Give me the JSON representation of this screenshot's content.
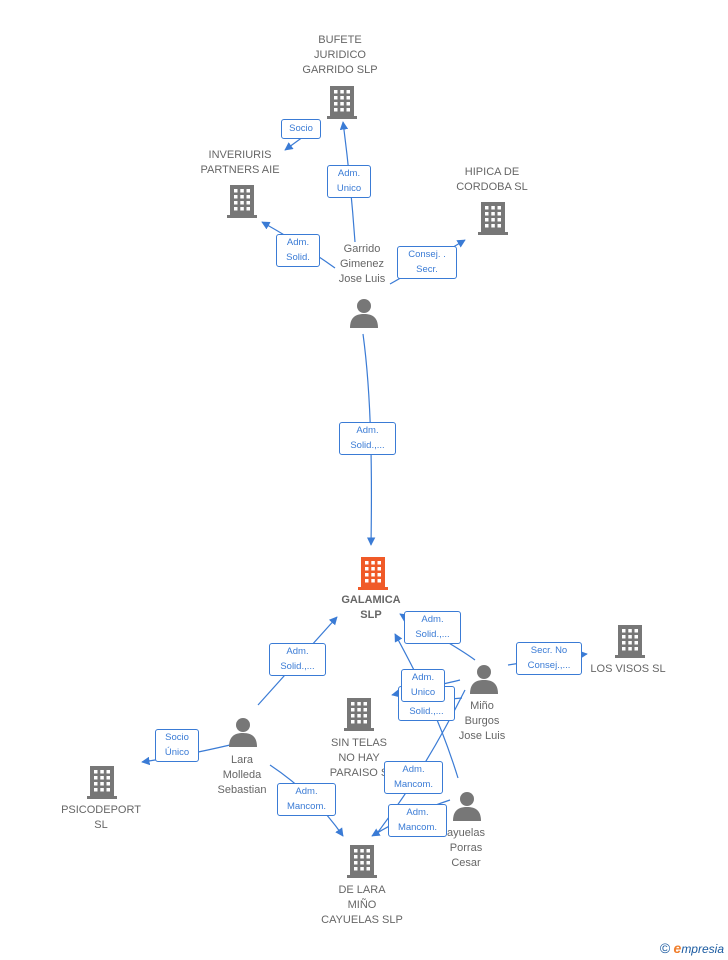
{
  "colors": {
    "edge": "#3a7bd5",
    "icon": "#777777",
    "icon_main": "#f05a28",
    "label": "#666666"
  },
  "nodes": {
    "bufete": {
      "label": "BUFETE\nJURIDICO\nGARRIDO SLP",
      "icon": "building-icon"
    },
    "inveriuris": {
      "label": "INVERIURIS\nPARTNERS  AIE",
      "icon": "building-icon"
    },
    "hipica": {
      "label": "HIPICA DE\nCORDOBA SL",
      "icon": "building-icon"
    },
    "garrido": {
      "label": "Garrido\nGimenez\nJose Luis",
      "icon": "person-icon"
    },
    "galamica": {
      "label": "GALAMICA\nSLP",
      "icon": "building-icon"
    },
    "los_visos": {
      "label": "LOS VISOS  SL",
      "icon": "building-icon"
    },
    "mino": {
      "label": "Miño\nBurgos\nJose Luis",
      "icon": "person-icon"
    },
    "sin_telas": {
      "label": "SIN TELAS\nNO HAY\nPARAISO  S",
      "icon": "building-icon"
    },
    "lara": {
      "label": "Lara\nMolleda\nSebastian",
      "icon": "person-icon"
    },
    "psicodeport": {
      "label": "PSICODEPORT\nSL",
      "icon": "building-icon"
    },
    "cayuelas": {
      "label": "ayuelas\nPorras\nCesar",
      "icon": "person-icon"
    },
    "de_lara": {
      "label": "DE LARA\nMIÑO\nCAYUELAS SLP",
      "icon": "building-icon"
    }
  },
  "edge_labels": {
    "socio_bufete": "Socio",
    "adm_unico_bufete": "Adm.\nUnico",
    "adm_solid_inveriuris": "Adm.\nSolid.",
    "consej_hipica": "Consej. .\nSecr.",
    "adm_solid_galamica": "Adm.\nSolid.,...",
    "adm_solid_lara_galamica": "Adm.\nSolid.,...",
    "adm_solid_mino_galamica": "Adm.\nSolid.,...",
    "secr_no_consej_los_visos": "Secr.  No\nConsej.,...",
    "adm_unico_sin_telas": "Adm.\nUnico",
    "solid_sin_telas": "Solid.,...",
    "socio_unico_psicodeport": "Socio\nÚnico",
    "adm_mancom_lara": "Adm.\nMancom.",
    "adm_mancom_mino": "Adm.\nMancom.",
    "adm_mancom_cayuelas": "Adm.\nMancom."
  },
  "brand": {
    "copyright": "©",
    "e": "e",
    "rest": "mpresia"
  }
}
